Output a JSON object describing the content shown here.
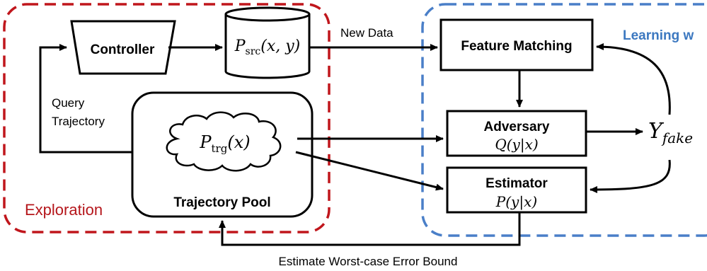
{
  "regions": {
    "exploration_label": "Exploration",
    "learning_label": "Learning w",
    "exploration_color": "#c0161c",
    "learning_color": "#4a7fc8"
  },
  "nodes": {
    "controller_label": "Controller",
    "psrc_label": "P",
    "psrc_sub": "src",
    "psrc_args": "(x, y)",
    "ptrg_label": "P",
    "ptrg_sub": "trg",
    "ptrg_args": "(x)",
    "trajectory_pool_label": "Trajectory Pool",
    "feature_matching_label": "Feature Matching",
    "adversary_label": "Adversary",
    "adversary_formula": "Q(y|x)",
    "estimator_label": "Estimator",
    "estimator_formula": "P(y|x)",
    "yfake_main": "Y",
    "yfake_sub": "fake"
  },
  "edges": {
    "new_data_label": "New Data",
    "query_line1": "Query",
    "query_line2": "Trajectory",
    "bottom_label": "Estimate Worst-case Error Bound"
  },
  "colors": {
    "stroke": "#000000"
  }
}
